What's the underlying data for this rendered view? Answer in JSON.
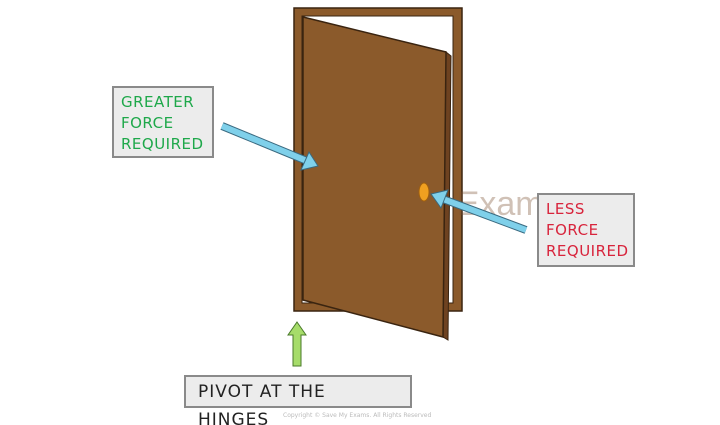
{
  "labels": {
    "greater": [
      "GREATER",
      "FORCE",
      "REQUIRED"
    ],
    "less": [
      "LESS",
      "FORCE",
      "REQUIRED"
    ],
    "pivot": "PIVOT AT THE HINGES"
  },
  "watermark": "Save My Exams",
  "copyright": "Copyright © Save My Exams. All Rights Reserved",
  "colors": {
    "door": "#8b5a2b",
    "door_edge": "#6e4220",
    "knob": "#f0a020",
    "force_arrow": "#7fd0ea",
    "pivot_arrow": "#a6dc6a",
    "greater_text": "#1ea84a",
    "less_text": "#d8243c"
  }
}
